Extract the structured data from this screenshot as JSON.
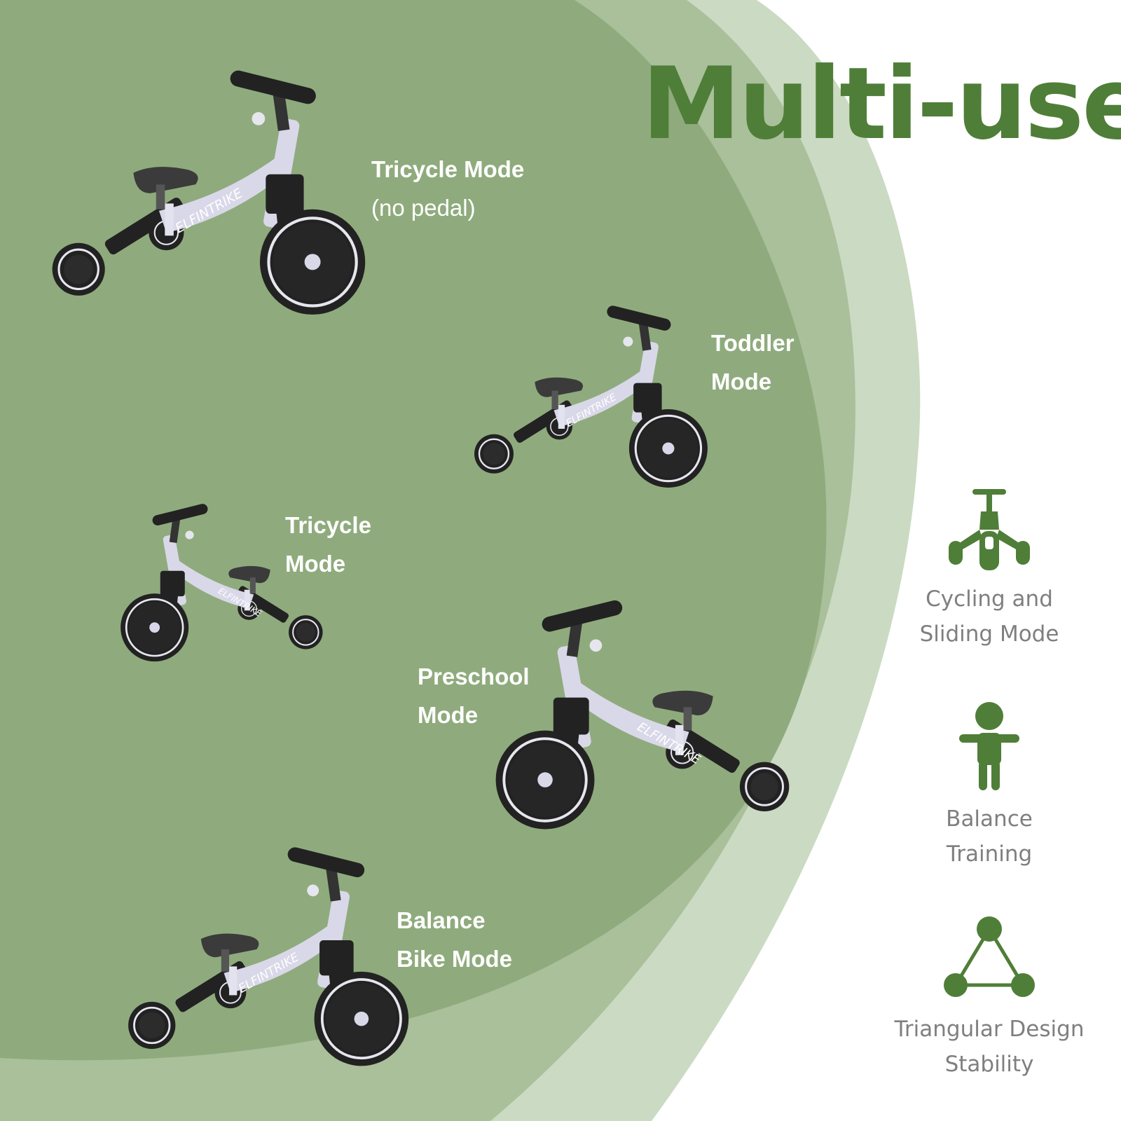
{
  "headline": "Multi-use",
  "colors": {
    "headline": "#4f7e38",
    "icons": "#4f7e38",
    "main_green": "#8fab7d",
    "mid_green": "#a9c09b",
    "light_green": "#cbdac2",
    "bike_frame": "#d9d8e9",
    "bike_parts": "#222222",
    "feature_text": "#7f7f7f"
  },
  "modes": [
    {
      "line1": "Tricycle Mode",
      "line2": "(no pedal)"
    },
    {
      "line1": "Toddler",
      "line2": "Mode"
    },
    {
      "line1": "Tricycle",
      "line2": "Mode"
    },
    {
      "line1": "Preschool",
      "line2": "Mode"
    },
    {
      "line1": "Balance",
      "line2": "Bike Mode"
    }
  ],
  "features": [
    {
      "icon": "tricycle-icon",
      "line1": "Cycling and",
      "line2": "Sliding Mode"
    },
    {
      "icon": "child-icon",
      "line1": "Balance",
      "line2": "Training"
    },
    {
      "icon": "triangle-icon",
      "line1": "Triangular Design",
      "line2": "Stability"
    }
  ],
  "bike_logo": "ELFINTRIKE"
}
